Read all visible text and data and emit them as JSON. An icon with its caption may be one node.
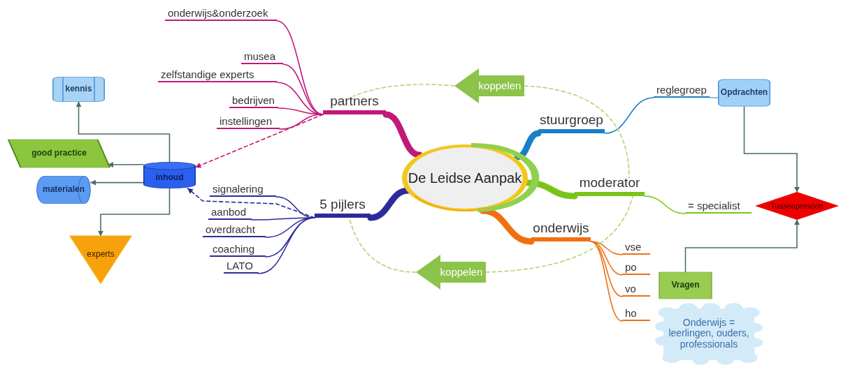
{
  "diagram": {
    "nodes": [
      {
        "text": [
          "De Leidse Aanpak"
        ]
      },
      {
        "text": [
          "partners"
        ]
      },
      {
        "text": [
          "onderwijs&onderzoek"
        ]
      },
      {
        "text": [
          "musea"
        ]
      },
      {
        "text": [
          "zelfstandige experts"
        ]
      },
      {
        "text": [
          "bedrijven"
        ]
      },
      {
        "text": [
          "instellingen"
        ]
      },
      {
        "text": [
          "5 pijlers"
        ]
      },
      {
        "text": [
          "signalering"
        ]
      },
      {
        "text": [
          "aanbod"
        ]
      },
      {
        "text": [
          "overdracht"
        ]
      },
      {
        "text": [
          "coaching"
        ]
      },
      {
        "text": [
          "LATO"
        ]
      },
      {
        "text": [
          "stuurgroep"
        ]
      },
      {
        "text": [
          "reglegroep"
        ]
      },
      {
        "text": [
          "moderator"
        ]
      },
      {
        "text": [
          "= specialist"
        ]
      },
      {
        "text": [
          "onderwijs"
        ]
      },
      {
        "text": [
          "vse"
        ]
      },
      {
        "text": [
          "po"
        ]
      },
      {
        "text": [
          "vo"
        ]
      },
      {
        "text": [
          "ho"
        ]
      },
      {
        "text": [
          "koppelen"
        ]
      },
      {
        "text": [
          "koppelen"
        ]
      },
      {
        "text": [
          "kennis"
        ]
      },
      {
        "text": [
          "good practice"
        ]
      },
      {
        "text": [
          "inhoud"
        ]
      },
      {
        "text": [
          "materialen"
        ]
      },
      {
        "text": [
          "experts"
        ]
      },
      {
        "text": [
          "Opdrachten"
        ]
      },
      {
        "text": [
          "Tussenpersoon"
        ]
      },
      {
        "text": [
          "Vragen"
        ]
      },
      {
        "text": [
          "Onderwijs = leerlingen, ouders, professionals"
        ]
      }
    ],
    "edges": [
      {
        "from": 0,
        "to": 1,
        "arrow": "none",
        "style": "thick",
        "color": "#c2187a"
      },
      {
        "from": 1,
        "to": 2,
        "arrow": "none",
        "color": "#c2187a"
      },
      {
        "from": 1,
        "to": 3,
        "arrow": "none",
        "color": "#c2187a"
      },
      {
        "from": 1,
        "to": 4,
        "arrow": "none",
        "color": "#c2187a"
      },
      {
        "from": 1,
        "to": 5,
        "arrow": "none",
        "color": "#c2187a"
      },
      {
        "from": 1,
        "to": 6,
        "arrow": "none",
        "color": "#c2187a"
      },
      {
        "from": 0,
        "to": 7,
        "arrow": "none",
        "style": "thick",
        "color": "#2b2b9a"
      },
      {
        "from": 7,
        "to": 8,
        "arrow": "none",
        "color": "#2b2b9a"
      },
      {
        "from": 7,
        "to": 9,
        "arrow": "none",
        "color": "#2b2b9a"
      },
      {
        "from": 7,
        "to": 10,
        "arrow": "none",
        "color": "#2b2b9a"
      },
      {
        "from": 7,
        "to": 11,
        "arrow": "none",
        "color": "#2b2b9a"
      },
      {
        "from": 7,
        "to": 12,
        "arrow": "none",
        "color": "#2b2b9a"
      },
      {
        "from": 0,
        "to": 13,
        "arrow": "none",
        "style": "thick",
        "color": "#1a7fc8"
      },
      {
        "from": 13,
        "to": 14,
        "arrow": "none",
        "color": "#1a7fc8"
      },
      {
        "from": 14,
        "to": 29,
        "arrow": "none",
        "color": "#8aa4b4"
      },
      {
        "from": 0,
        "to": 15,
        "arrow": "none",
        "style": "thick",
        "color": "#7ac41a"
      },
      {
        "from": 15,
        "to": 16,
        "arrow": "none",
        "color": "#7ac41a"
      },
      {
        "from": 0,
        "to": 17,
        "arrow": "none",
        "style": "thick",
        "color": "#f07010"
      },
      {
        "from": 17,
        "to": 18,
        "arrow": "none",
        "color": "#f07010"
      },
      {
        "from": 17,
        "to": 19,
        "arrow": "none",
        "color": "#f07010"
      },
      {
        "from": 17,
        "to": 20,
        "arrow": "none",
        "color": "#f07010"
      },
      {
        "from": 17,
        "to": 21,
        "arrow": "none",
        "color": "#f07010"
      },
      {
        "from": 1,
        "to": 26,
        "arrow": "to",
        "style": "dashed",
        "color": "#c2187a"
      },
      {
        "from": 7,
        "to": 26,
        "arrow": "to",
        "style": "dashed",
        "color": "#2b2b9a"
      },
      {
        "from": 26,
        "to": 24,
        "arrow": "to",
        "color": "#4a6f66"
      },
      {
        "from": 26,
        "to": 25,
        "arrow": "to",
        "color": "#4a6f66"
      },
      {
        "from": 26,
        "to": 27,
        "arrow": "to",
        "color": "#4a6f66"
      },
      {
        "from": 26,
        "to": 28,
        "arrow": "to",
        "color": "#4a6f66"
      },
      {
        "from": 29,
        "to": 30,
        "arrow": "to",
        "color": "#4a6f66"
      },
      {
        "from": 31,
        "to": 30,
        "arrow": "to",
        "color": "#4a6f66"
      },
      {
        "from": 22,
        "to": 1,
        "arrow": "none",
        "style": "dashed",
        "color": "#b5d36a"
      },
      {
        "from": 22,
        "to": 15,
        "arrow": "none",
        "style": "dashed",
        "color": "#b5d36a"
      },
      {
        "from": 23,
        "to": 15,
        "arrow": "none",
        "style": "dashed",
        "color": "#b5d36a"
      },
      {
        "from": 23,
        "to": 7,
        "arrow": "none",
        "style": "dashed",
        "color": "#b5d36a"
      }
    ]
  }
}
